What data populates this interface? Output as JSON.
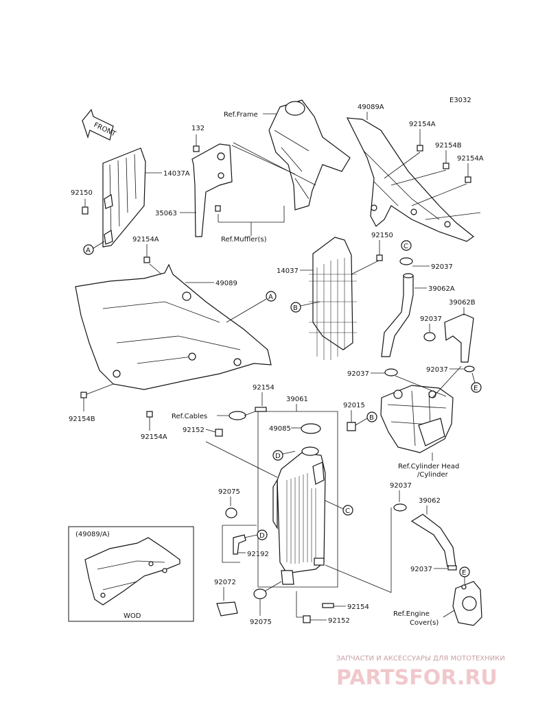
{
  "diagram_code": "E3032",
  "front_arrow": "FRONT",
  "labels": {
    "p132": "132",
    "p14037A": "14037A",
    "p92150_left": "92150",
    "p35063": "35063",
    "ref_frame": "Ref.Frame",
    "ref_muffler": "Ref.Muffler(s)",
    "p49089A": "49089A",
    "p92154A_t1": "92154A",
    "p92154B_t": "92154B",
    "p92154A_t2": "92154A",
    "p92154A_left": "92154A",
    "p49089": "49089",
    "p14037": "14037",
    "p92150_mid": "92150",
    "p92037_1": "92037",
    "p39062A": "39062A",
    "p39062B": "39062B",
    "p92037_2": "92037",
    "p92037_3": "92037",
    "p92037_4": "92037",
    "p92154B_left": "92154B",
    "p92154A_low": "92154A",
    "p92154": "92154",
    "ref_cables": "Ref.Cables",
    "p92152_1": "92152",
    "p39061": "39061",
    "p92015": "92015",
    "p49085": "49085",
    "ref_cyl_head_1": "Ref.Cylinder Head",
    "ref_cyl_head_2": "/Cylinder",
    "p92075_1": "92075",
    "p92192": "92192",
    "p92037_5": "92037",
    "p39062": "39062",
    "p92037_6": "92037",
    "p92072": "92072",
    "p92075_2": "92075",
    "p92154_low": "92154",
    "p92152_2": "92152",
    "ref_engine_1": "Ref.Engine",
    "ref_engine_2": "Cover(s)",
    "inset_title": "(49089/A)",
    "inset_caption": "WOD"
  },
  "callouts": [
    "A",
    "A",
    "B",
    "B",
    "C",
    "C",
    "D",
    "D",
    "E",
    "E"
  ],
  "watermark": {
    "tagline": "ЗАПЧАСТИ И АКСЕССУАРЫ ДЛЯ МОТОТЕХНИКИ",
    "brand": "PARTSFOR.RU"
  }
}
